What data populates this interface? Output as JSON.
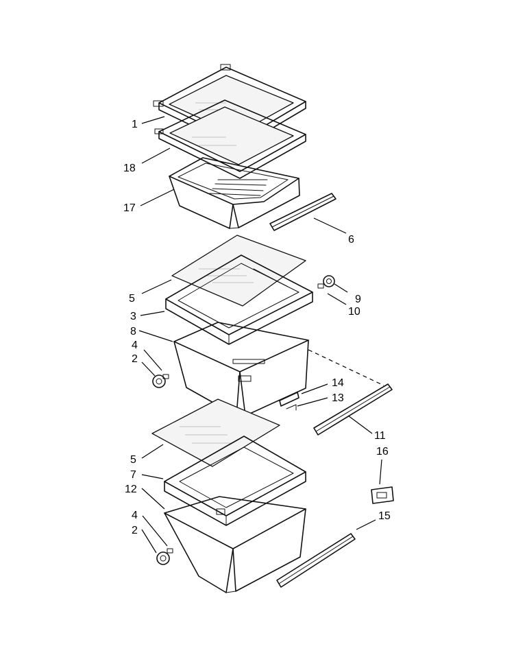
{
  "callouts": [
    {
      "id": "1",
      "label": "1"
    },
    {
      "id": "18",
      "label": "18"
    },
    {
      "id": "17",
      "label": "17"
    },
    {
      "id": "6",
      "label": "6"
    },
    {
      "id": "5a",
      "label": "5"
    },
    {
      "id": "9",
      "label": "9"
    },
    {
      "id": "10",
      "label": "10"
    },
    {
      "id": "3",
      "label": "3"
    },
    {
      "id": "8",
      "label": "8"
    },
    {
      "id": "4a",
      "label": "4"
    },
    {
      "id": "2a",
      "label": "2"
    },
    {
      "id": "14",
      "label": "14"
    },
    {
      "id": "13",
      "label": "13"
    },
    {
      "id": "11",
      "label": "11"
    },
    {
      "id": "16",
      "label": "16"
    },
    {
      "id": "5b",
      "label": "5"
    },
    {
      "id": "7",
      "label": "7"
    },
    {
      "id": "12",
      "label": "12"
    },
    {
      "id": "4b",
      "label": "4"
    },
    {
      "id": "2b",
      "label": "2"
    },
    {
      "id": "15",
      "label": "15"
    }
  ],
  "colors": {
    "line": "#111111",
    "background": "#ffffff",
    "glass": "#f4f4f4"
  }
}
